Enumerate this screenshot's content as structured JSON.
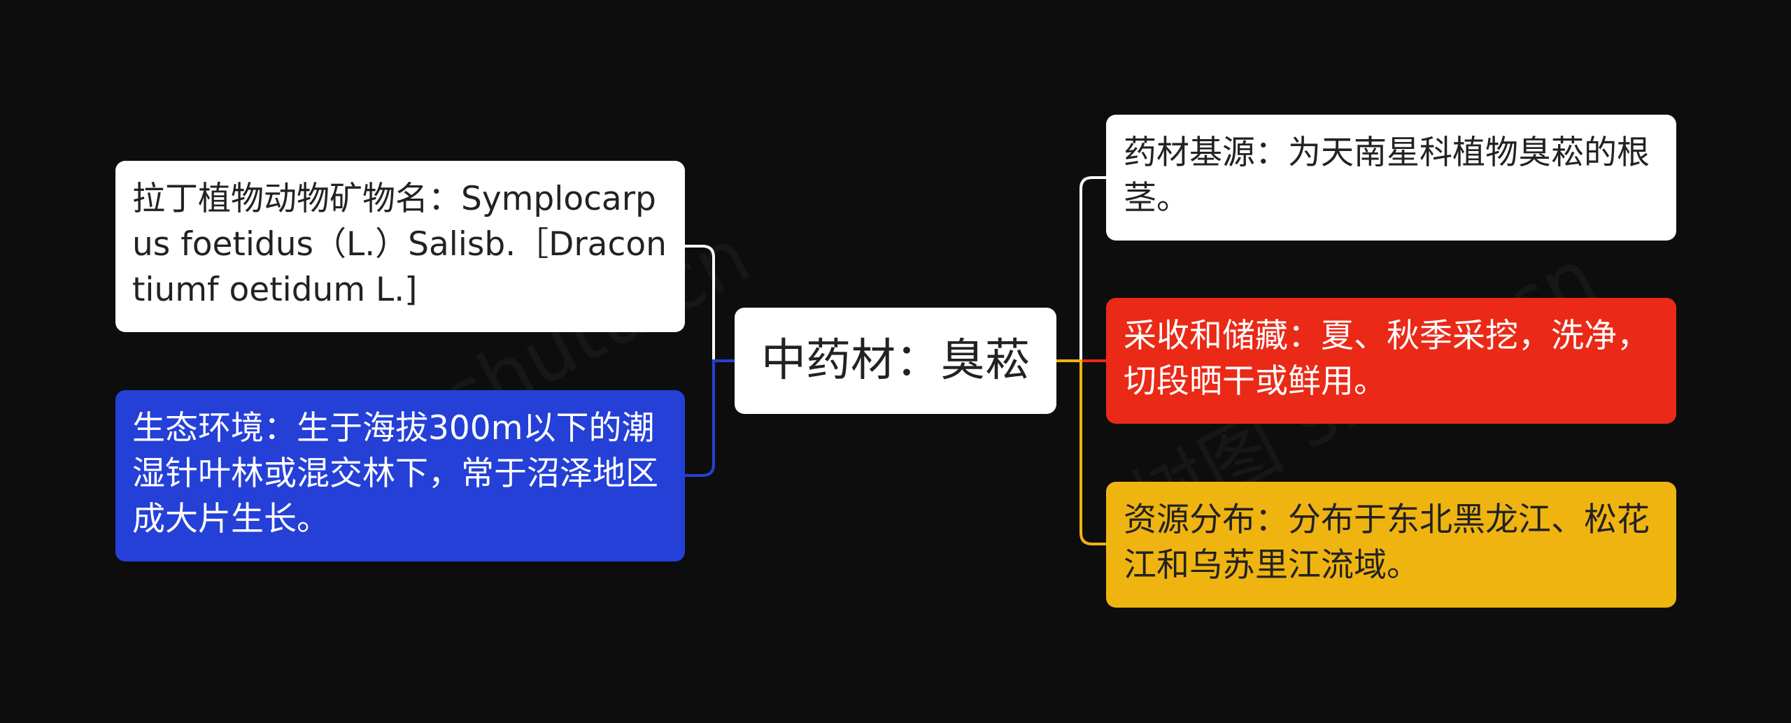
{
  "center": {
    "label": "中药材：臭菘"
  },
  "left_nodes": [
    {
      "label": "拉丁植物动物矿物名：Symplocarpus foetidus（L.）Salisb.［Dracontiumf oetidum L.]",
      "bg_color": "#ffffff",
      "line_color": "#ffffff"
    },
    {
      "label": "生态环境：生于海拔300m以下的潮湿针叶林或混交林下，常于沼泽地区成大片生长。",
      "bg_color": "#2540d7",
      "line_color": "#2540d7"
    }
  ],
  "right_nodes": [
    {
      "label": "药材基源：为天南星科植物臭菘的根茎。",
      "bg_color": "#ffffff",
      "line_color": "#ffffff"
    },
    {
      "label": "采收和储藏：夏、秋季采挖，洗净，切段晒干或鲜用。",
      "bg_color": "#eb2917",
      "line_color": "#eb2917"
    },
    {
      "label": "资源分布：分布于东北黑龙江、松花江和乌苏里江流域。",
      "bg_color": "#f0b411",
      "line_color": "#f0b411"
    }
  ],
  "watermark": {
    "left": "树图 shutu.cn",
    "right": "树图 shutu.cn"
  },
  "colors": {
    "background": "#0d0d0d"
  }
}
